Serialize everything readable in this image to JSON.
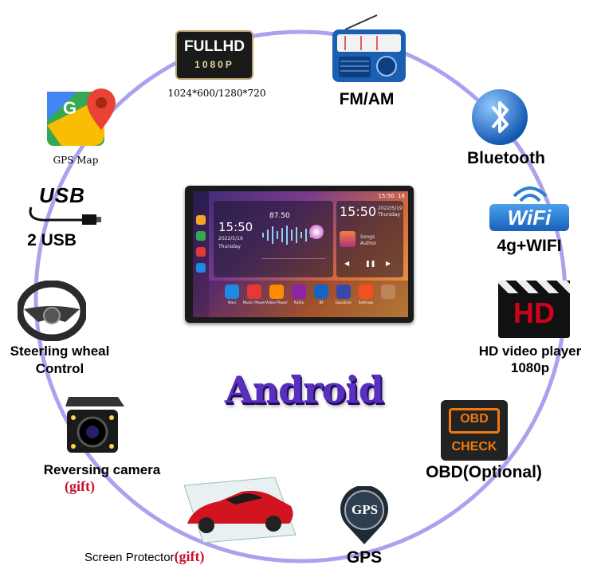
{
  "center": {
    "wordmark": "Android",
    "device_screen": {
      "status_time": "15:50",
      "status_number": "18",
      "clock_time_left": "15:50",
      "clock_date_left": "2022/5/19",
      "clock_day_left": "Thursday",
      "radio_frequency": "87.50",
      "clock_time_right": "15:50",
      "clock_date_right": "2022/5/19",
      "clock_day_right": "Thursday",
      "music_title": "Songs",
      "music_artist": "Author",
      "apps": [
        "Navi",
        "Music Player",
        "Video Player",
        "Radio",
        "Bt",
        "Equalizer",
        "Settings"
      ]
    }
  },
  "features": {
    "fullhd": {
      "badge_line1": "FULLHD",
      "badge_line2": "1080P",
      "caption": "1024*600/1280*720"
    },
    "fm": {
      "caption": "FM/AM"
    },
    "bluetooth": {
      "caption": "Bluetooth"
    },
    "wifi": {
      "badge": "WiFi",
      "caption": "4g+WIFI"
    },
    "hd_video": {
      "badge": "HD",
      "caption_line1": "HD video player",
      "caption_line2": "1080p"
    },
    "obd": {
      "badge_top": "OBD",
      "badge_bottom": "CHECK",
      "caption": "OBD(Optional)"
    },
    "gps": {
      "badge": "GPS",
      "caption": "GPS"
    },
    "screen_protector": {
      "caption": "Screen Protector",
      "gift": "(gift)"
    },
    "reversing_camera": {
      "caption": "Reversing camera",
      "gift": "(gift)"
    },
    "steering": {
      "caption_line1": "Steerling wheal",
      "caption_line2": "Control"
    },
    "usb": {
      "logo": "USB",
      "caption": "2 USB"
    },
    "gps_map": {
      "caption": "GPS Map"
    }
  },
  "colors": {
    "ring": "#aaa2ee",
    "android_purple": "#5a2fc0",
    "gift_red": "#c8102e",
    "hd_red": "#d0021b",
    "obd_orange": "#f07a10",
    "bluetooth_blue": "#1e78d0",
    "wifi_blue": "#2a7fd0"
  }
}
